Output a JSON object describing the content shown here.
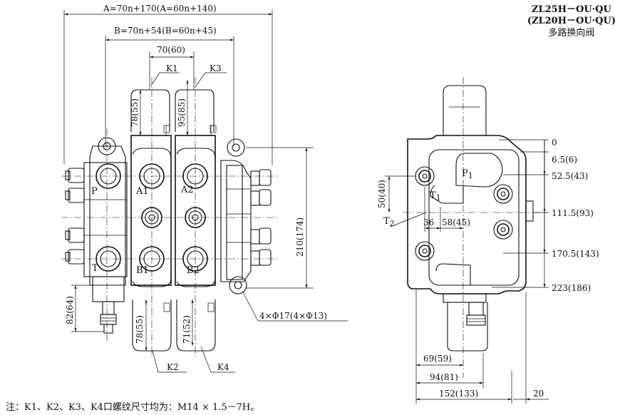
{
  "title": {
    "model_line1": "ZL25H－OU·QU",
    "model_line2": "(ZL20H－OU·QU)",
    "name_cn": "多路换向阀"
  },
  "front_view": {
    "dim_A": "A=70n+170(A=60n+140)",
    "dim_B": "B=70n+54(B=60n+45)",
    "dim_70": "70(60)",
    "label_K1": "K1",
    "label_K3": "K3",
    "label_K2": "K2",
    "label_K4": "K4",
    "dim_78_top": "78(55)",
    "dim_95": "95(85)",
    "dim_78_bottom": "78(55)",
    "dim_71": "71(52)",
    "dim_210": "210(174)",
    "dim_82": "82(64)",
    "mount_holes": "4×Φ17(4×Φ13)",
    "port_P": "P",
    "port_T": "T",
    "port_A1": "A1",
    "port_A2": "A2",
    "port_B1": "B1",
    "port_B2": "B2"
  },
  "side_view": {
    "dim_0": "0",
    "dim_6_5": "6.5(6)",
    "dim_52_5": "52.5(43)",
    "dim_111_5": "111.5(93)",
    "dim_170_5": "170.5(143)",
    "dim_223": "223(186)",
    "dim_50": "50(40)",
    "dim_36": "36",
    "dim_58": "58(45)",
    "dim_69": "69(59)",
    "dim_94": "94(81)",
    "dim_152": "152(133)",
    "dim_20": "20",
    "port_P1": "P",
    "port_P1_sub": "1",
    "port_T1": "T",
    "port_T1_sub": "1",
    "port_T2": "T",
    "port_T2_sub": "2"
  },
  "note": "注：K1、K2、K3、K4口螺纹尺寸均为：M14 × 1.5－7H。"
}
